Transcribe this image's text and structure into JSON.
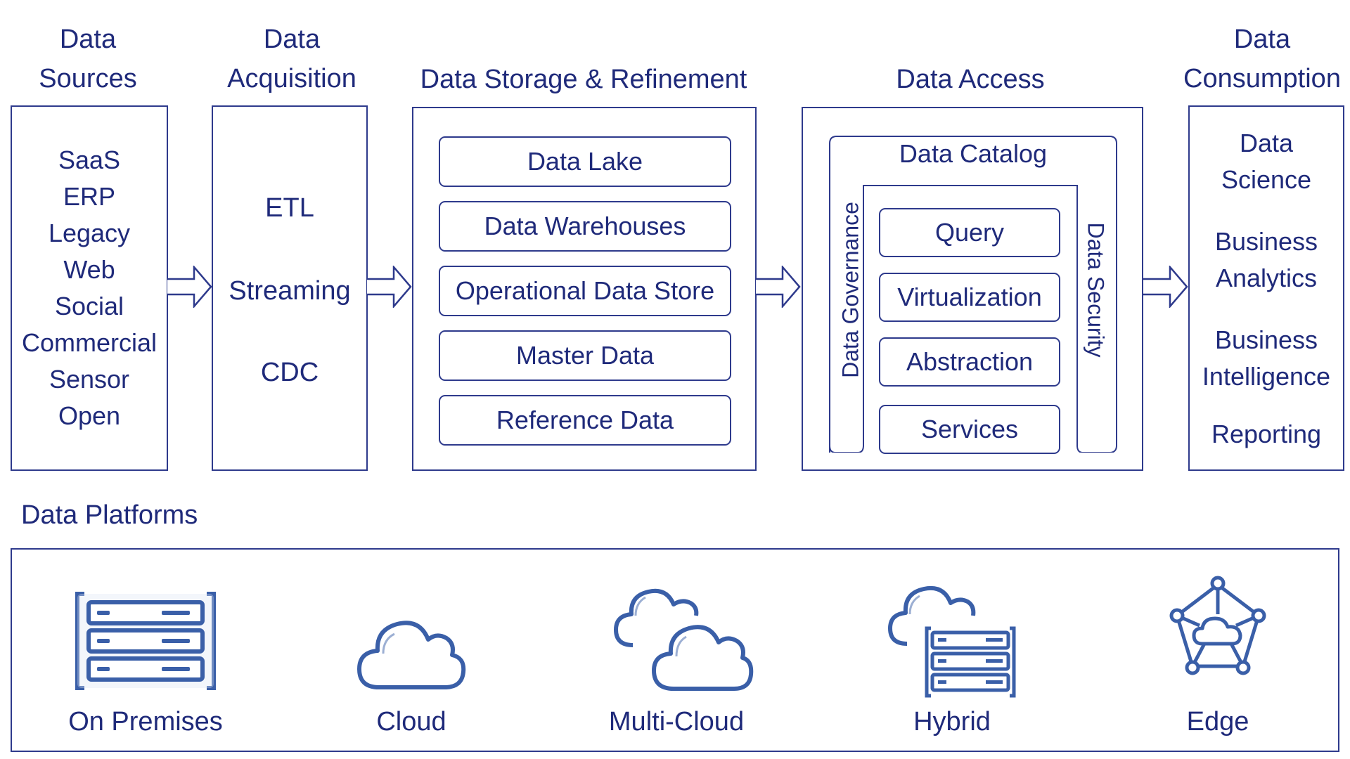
{
  "columns": {
    "sources": {
      "title": "Data\nSources",
      "items": [
        "SaaS",
        "ERP",
        "Legacy",
        "Web",
        "Social",
        "Commercial",
        "Sensor",
        "Open"
      ]
    },
    "acquisition": {
      "title": "Data\nAcquisition",
      "items": [
        "ETL",
        "Streaming",
        "CDC"
      ]
    },
    "storage": {
      "title": "Data  Storage & Refinement",
      "items": [
        "Data Lake",
        "Data Warehouses",
        "Operational Data Store",
        "Master Data",
        "Reference Data"
      ]
    },
    "access": {
      "title": "Data Access",
      "catalog": "Data Catalog",
      "governance": "Data Governance",
      "security": "Data Security",
      "items": [
        "Query",
        "Virtualization",
        "Abstraction",
        "Services"
      ]
    },
    "consumption": {
      "title": "Data\nConsumption",
      "items": [
        "Data\nScience",
        "Business\nAnalytics",
        "Business\nIntelligence",
        "Reporting"
      ]
    }
  },
  "platforms": {
    "title": "Data Platforms",
    "items": [
      {
        "label": "On Premises",
        "icon": "server-rack-icon"
      },
      {
        "label": "Cloud",
        "icon": "cloud-icon"
      },
      {
        "label": "Multi-Cloud",
        "icon": "multi-cloud-icon"
      },
      {
        "label": "Hybrid",
        "icon": "hybrid-cloud-server-icon"
      },
      {
        "label": "Edge",
        "icon": "edge-network-icon"
      }
    ]
  },
  "colors": {
    "text": "#1f2a7a",
    "line": "#2e3a8c",
    "icon": "#3a5fa8"
  }
}
